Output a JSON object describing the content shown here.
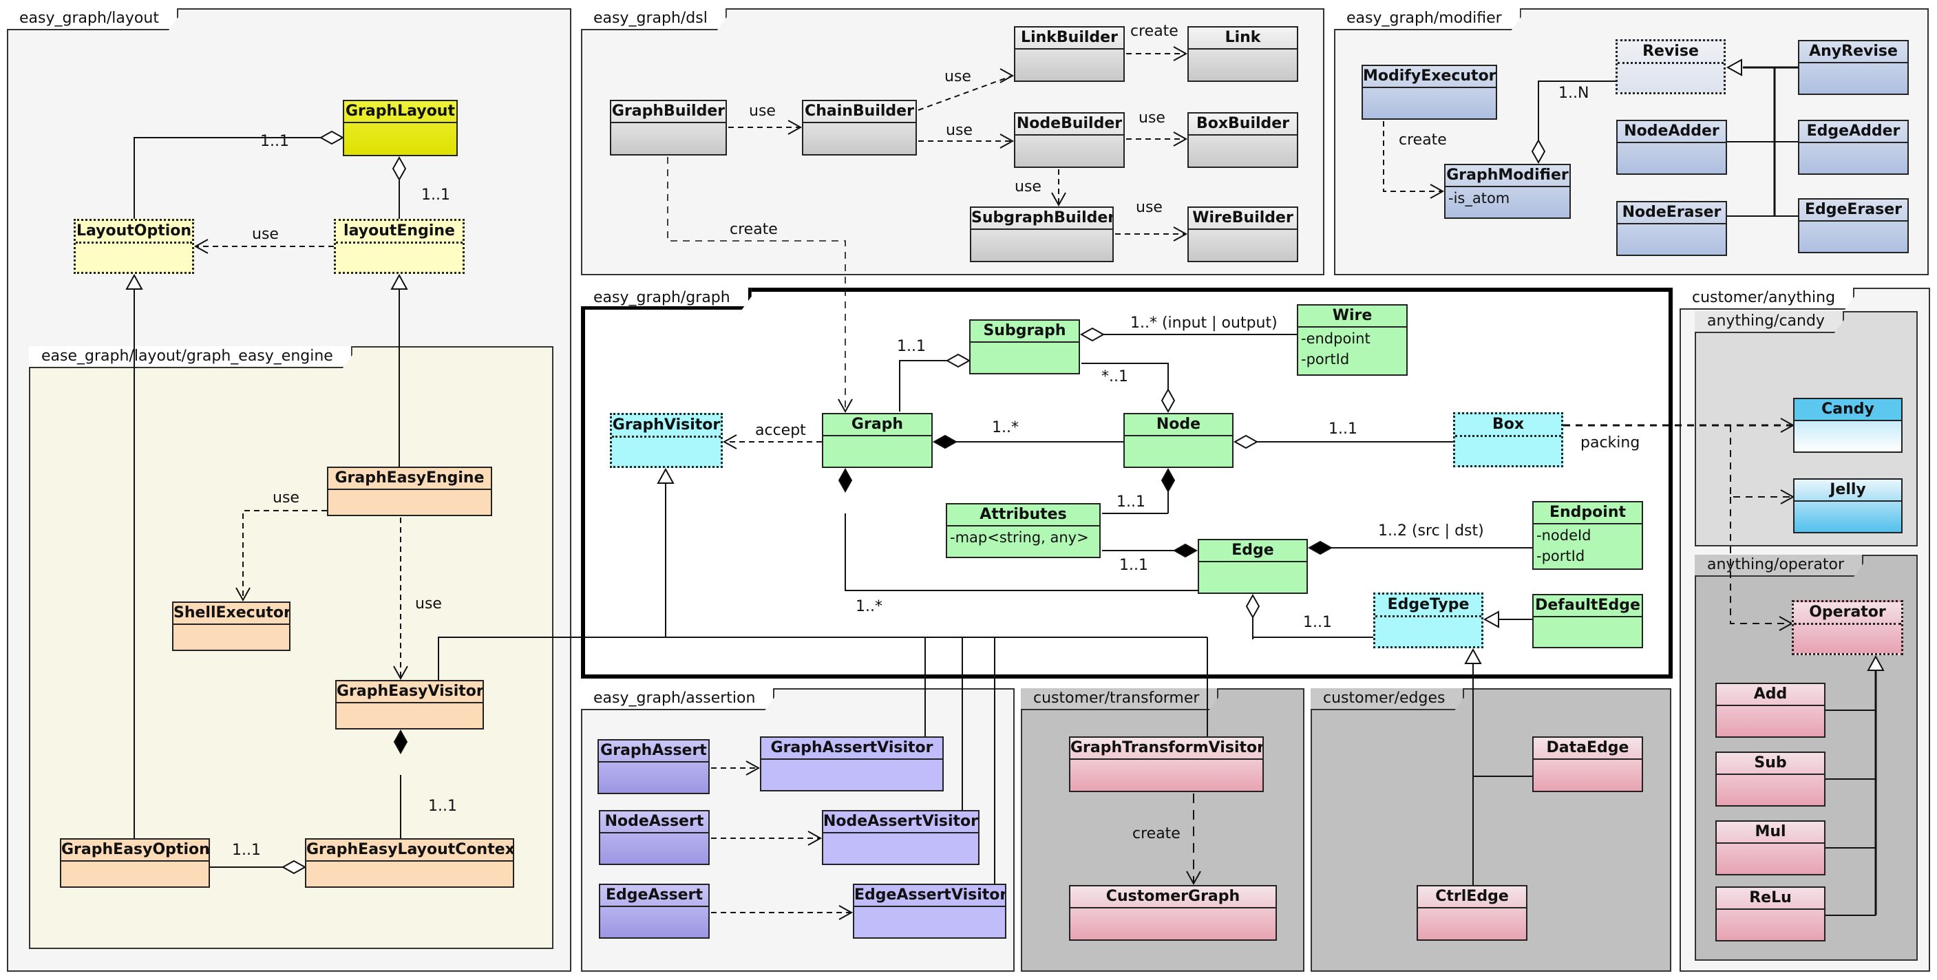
{
  "packages": {
    "layout": "easy_graph/layout",
    "graph_easy_engine": "ease_graph/layout/graph_easy_engine",
    "dsl": "easy_graph/dsl",
    "modifier": "easy_graph/modifier",
    "graph": "easy_graph/graph",
    "anything": "customer/anything",
    "candy": "anything/candy",
    "operator": "anything/operator",
    "assertion": "easy_graph/assertion",
    "transformer": "customer/transformer",
    "edges": "customer/edges"
  },
  "classes": {
    "GraphLayout": {
      "name": "GraphLayout"
    },
    "LayoutOption": {
      "name": "LayoutOption"
    },
    "layoutEngine": {
      "name": "layoutEngine"
    },
    "GraphEasyEngine": {
      "name": "GraphEasyEngine"
    },
    "ShellExecutor": {
      "name": "ShellExecutor"
    },
    "GraphEasyVisitor": {
      "name": "GraphEasyVisitor"
    },
    "GraphEasyOption": {
      "name": "GraphEasyOption"
    },
    "GraphEasyLayoutContext": {
      "name": "GraphEasyLayoutContext"
    },
    "GraphBuilder": {
      "name": "GraphBuilder"
    },
    "ChainBuilder": {
      "name": "ChainBuilder"
    },
    "LinkBuilder": {
      "name": "LinkBuilder"
    },
    "Link": {
      "name": "Link"
    },
    "NodeBuilder": {
      "name": "NodeBuilder"
    },
    "BoxBuilder": {
      "name": "BoxBuilder"
    },
    "SubgraphBuilder": {
      "name": "SubgraphBuilder"
    },
    "WireBuilder": {
      "name": "WireBuilder"
    },
    "ModifyExecutor": {
      "name": "ModifyExecutor"
    },
    "GraphModifier": {
      "name": "GraphModifier",
      "attrs": [
        "-is_atom"
      ]
    },
    "Revise": {
      "name": "Revise"
    },
    "AnyRevise": {
      "name": "AnyRevise"
    },
    "NodeAdder": {
      "name": "NodeAdder"
    },
    "EdgeAdder": {
      "name": "EdgeAdder"
    },
    "NodeEraser": {
      "name": "NodeEraser"
    },
    "EdgeEraser": {
      "name": "EdgeEraser"
    },
    "GraphVisitor": {
      "name": "GraphVisitor"
    },
    "Graph": {
      "name": "Graph"
    },
    "Subgraph": {
      "name": "Subgraph"
    },
    "Wire": {
      "name": "Wire",
      "attrs": [
        "-endpoint",
        "-portId"
      ]
    },
    "Node": {
      "name": "Node"
    },
    "Box": {
      "name": "Box"
    },
    "Attributes": {
      "name": "Attributes",
      "attrs": [
        "-map<string, any>"
      ]
    },
    "Edge": {
      "name": "Edge"
    },
    "Endpoint": {
      "name": "Endpoint",
      "attrs": [
        "-nodeId",
        "-portId"
      ]
    },
    "EdgeType": {
      "name": "EdgeType"
    },
    "DefaultEdge": {
      "name": "DefaultEdge"
    },
    "Candy": {
      "name": "Candy"
    },
    "Jelly": {
      "name": "Jelly"
    },
    "Operator": {
      "name": "Operator"
    },
    "Add": {
      "name": "Add"
    },
    "Sub": {
      "name": "Sub"
    },
    "Mul": {
      "name": "Mul"
    },
    "ReLu": {
      "name": "ReLu"
    },
    "GraphAssert": {
      "name": "GraphAssert"
    },
    "GraphAssertVisitor": {
      "name": "GraphAssertVisitor"
    },
    "NodeAssert": {
      "name": "NodeAssert"
    },
    "NodeAssertVisitor": {
      "name": "NodeAssertVisitor"
    },
    "EdgeAssert": {
      "name": "EdgeAssert"
    },
    "EdgeAssertVisitor": {
      "name": "EdgeAssertVisitor"
    },
    "GraphTransformVisitor": {
      "name": "GraphTransformVisitor"
    },
    "CustomerGraph": {
      "name": "CustomerGraph"
    },
    "DataEdge": {
      "name": "DataEdge"
    },
    "CtrlEdge": {
      "name": "CtrlEdge"
    }
  },
  "labels": {
    "layout_option_mult": "1..1",
    "layout_engine_mult": "1..1",
    "layout_use": "use",
    "engine_use_shell": "use",
    "engine_use_visitor": "use",
    "visitor_context_mult": "1..1",
    "option_context_mult": "1..1",
    "dsl_graph_chain_use": "use",
    "dsl_chain_link_use": "use",
    "dsl_chain_node_use": "use",
    "dsl_link_create": "create",
    "dsl_node_box_use": "use",
    "dsl_node_subgraph_use": "use",
    "dsl_subgraph_wire_use": "use",
    "dsl_graph_create": "create",
    "mod_create": "create",
    "mod_revise_mult": "1..N",
    "graph_subgraph_mult": "1..1",
    "subgraph_wire_mult": "1..* (input | output)",
    "subgraph_node_mult": "*..1",
    "graph_visitor_accept": "accept",
    "graph_node_mult": "1..*",
    "node_box_mult": "1..1",
    "box_packing": "packing",
    "node_attr_mult": "1..1",
    "edge_endpoint_mult": "1..2 (src |  dst)",
    "edge_attr_mult": "1..1",
    "graph_edge_mult": "1..*",
    "edge_edgetype_mult": "1..1",
    "transform_create": "create"
  }
}
